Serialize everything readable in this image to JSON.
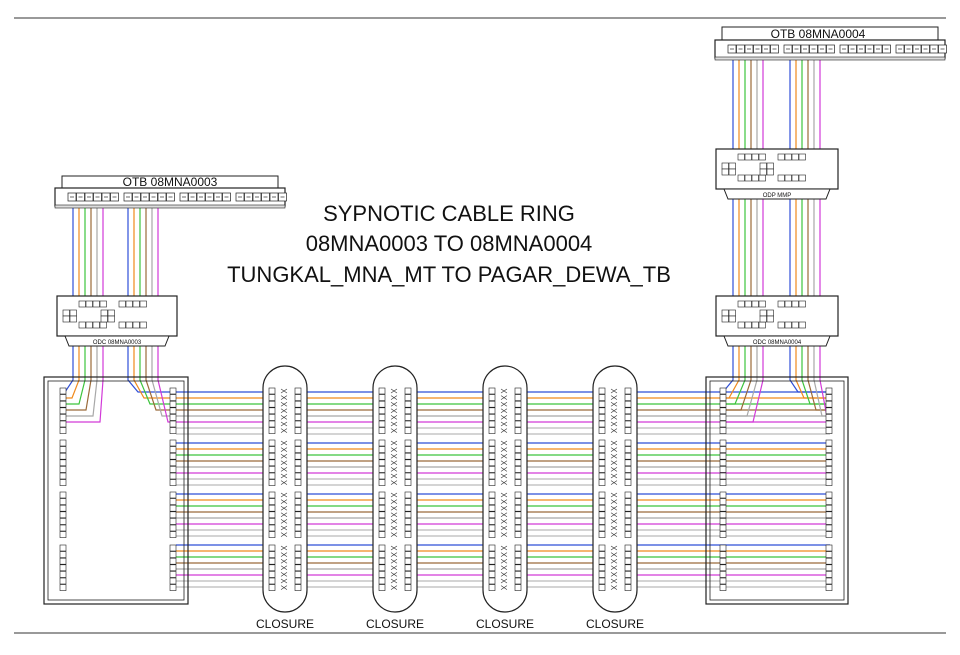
{
  "title": {
    "line1": "SYPNOTIC CABLE RING",
    "line2": "08MNA0003 TO 08MNA0004",
    "line3": "TUNGKAL_MNA_MT TO PAGAR_DEWA_TB"
  },
  "otb_left": "OTB 08MNA0003",
  "otb_right": "OTB 08MNA0004",
  "odc_left": "ODC 08MNA0003",
  "odc_right": "ODC 08MNA0004",
  "odp_right": "ODP MMP",
  "closure_label": "CLOSURE",
  "colors": {
    "blue": "#2f4fd8",
    "orange": "#f08a1c",
    "green": "#3cc43c",
    "brown": "#9b6b3a",
    "grey": "#a8a8a8",
    "magenta": "#d23ad8",
    "frame": "#222222"
  }
}
